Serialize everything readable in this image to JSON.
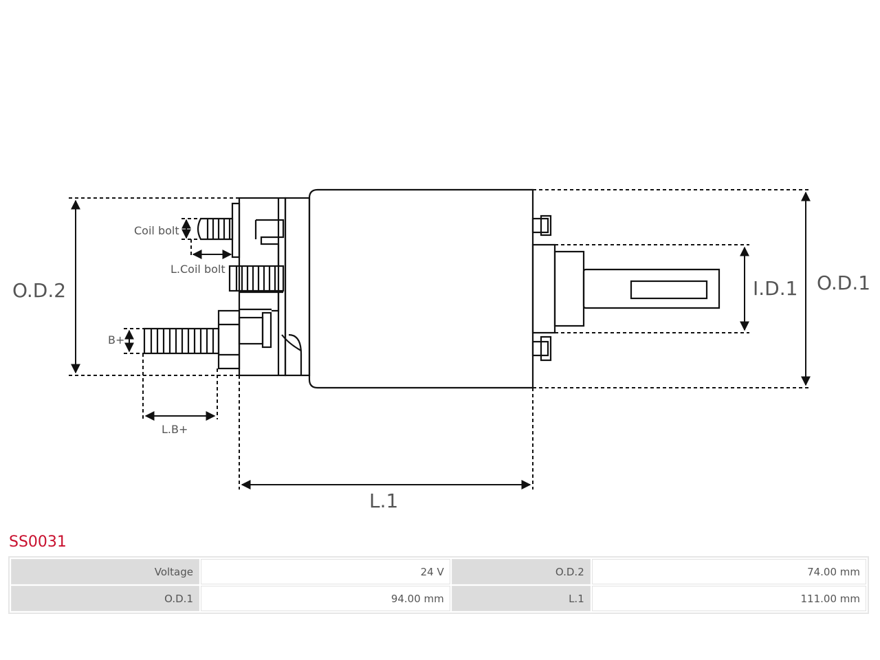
{
  "diagram": {
    "labels": {
      "od2": "O.D.2",
      "od1": "O.D.1",
      "id1": "I.D.1",
      "l1": "L.1",
      "coil_bolt": "Coil bolt",
      "l_coil_bolt": "L.Coil bolt",
      "b_plus": "B+",
      "l_b_plus": "L.B+"
    },
    "line_color": "#111111"
  },
  "product": {
    "part_number": "SS0031",
    "part_number_color": "#c8102e"
  },
  "specs": {
    "rows": [
      [
        {
          "key": "Voltage",
          "value": "24 V"
        },
        {
          "key": "O.D.2",
          "value": "74.00 mm"
        }
      ],
      [
        {
          "key": "O.D.1",
          "value": "94.00 mm"
        },
        {
          "key": "L.1",
          "value": "111.00 mm"
        }
      ]
    ]
  }
}
